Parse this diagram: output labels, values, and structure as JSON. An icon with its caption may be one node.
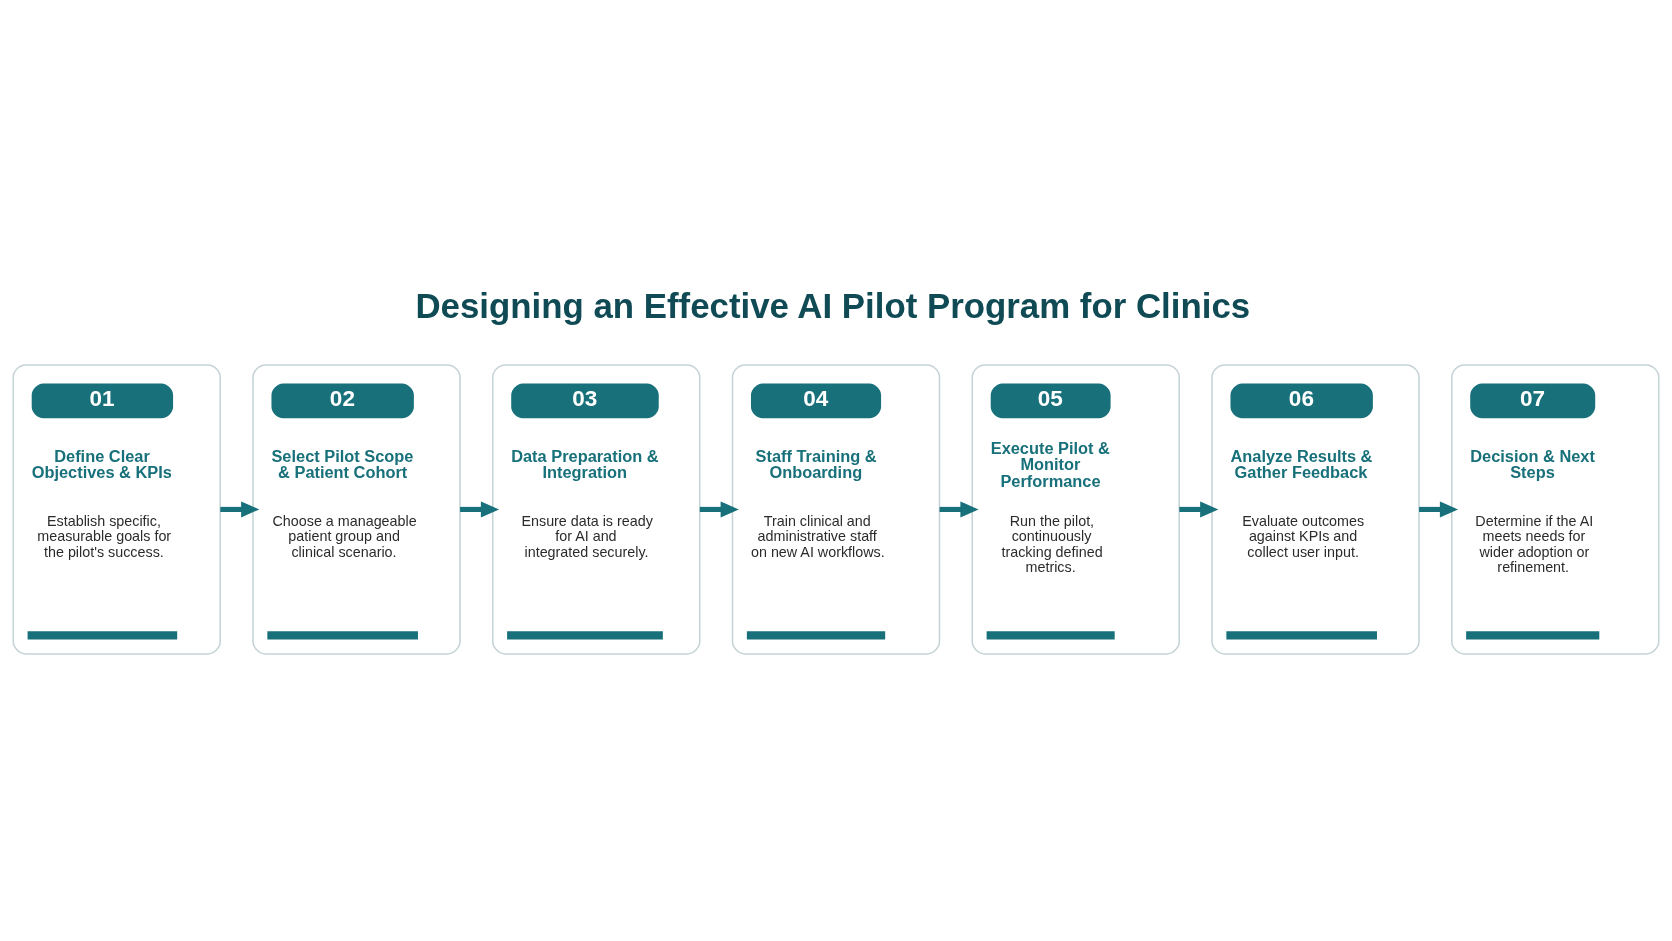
{
  "diagram": {
    "title": "Designing an Effective AI Pilot Program for Clinics",
    "nodes": [
      {
        "text": [
          "01",
          "Define Clear Objectives & KPIs",
          "Establish specific, measurable goals for the pilot's success."
        ]
      },
      {
        "text": [
          "02",
          "Select Pilot Scope & Patient Cohort",
          "Choose a manageable patient group and clinical scenario."
        ]
      },
      {
        "text": [
          "03",
          "Data Preparation & Integration",
          "Ensure data is ready for AI and integrated securely."
        ]
      },
      {
        "text": [
          "04",
          "Staff Training & Onboarding",
          "Train clinical and administrative staff on new AI workflows."
        ]
      },
      {
        "text": [
          "05",
          "Execute Pilot & Monitor Performance",
          "Run the pilot, continuously tracking defined metrics."
        ]
      },
      {
        "text": [
          "06",
          "Analyze Results & Gather Feedback",
          "Evaluate outcomes against KPIs and collect user input."
        ]
      },
      {
        "text": [
          "07",
          "Decision & Next Steps",
          "Determine if the AI meets needs for wider adoption or refinement."
        ]
      }
    ],
    "edges": [
      {
        "from": 0,
        "to": 1,
        "arrow": "to"
      },
      {
        "from": 1,
        "to": 2,
        "arrow": "to"
      },
      {
        "from": 2,
        "to": 3,
        "arrow": "to"
      },
      {
        "from": 3,
        "to": 4,
        "arrow": "to"
      },
      {
        "from": 4,
        "to": 5,
        "arrow": "to"
      },
      {
        "from": 5,
        "to": 6,
        "arrow": "to"
      }
    ]
  }
}
